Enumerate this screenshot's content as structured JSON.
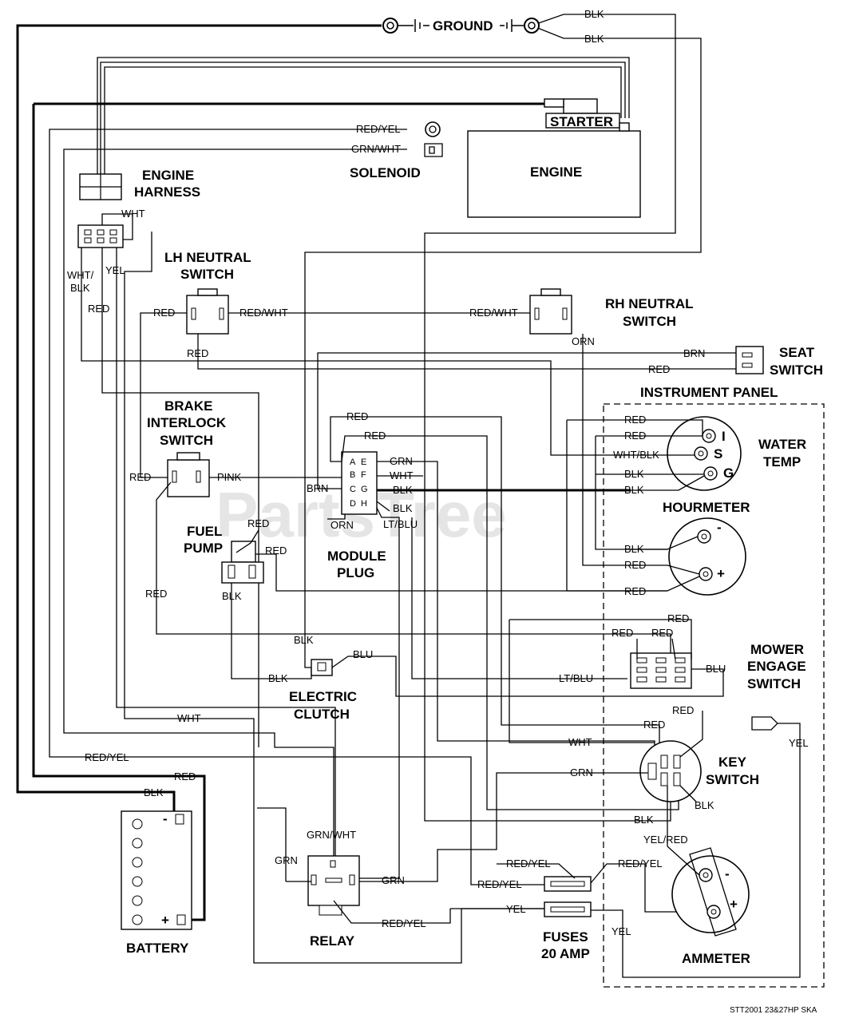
{
  "components": {
    "ground": "GROUND",
    "starter": "STARTER",
    "engine": "ENGINE",
    "engine_harness_line1": "ENGINE",
    "engine_harness_line2": "HARNESS",
    "solenoid": "SOLENOID",
    "lh_neutral_line1": "LH NEUTRAL",
    "lh_neutral_line2": "SWITCH",
    "rh_neutral_line1": "RH NEUTRAL",
    "rh_neutral_line2": "SWITCH",
    "seat_switch_line1": "SEAT",
    "seat_switch_line2": "SWITCH",
    "instrument_panel": "INSTRUMENT PANEL",
    "brake_line1": "BRAKE",
    "brake_line2": "INTERLOCK",
    "brake_line3": "SWITCH",
    "water_temp_line1": "WATER",
    "water_temp_line2": "TEMP",
    "hourmeter": "HOURMETER",
    "fuel_pump_line1": "FUEL",
    "fuel_pump_line2": "PUMP",
    "module_plug_line1": "MODULE",
    "module_plug_line2": "PLUG",
    "mower_engage_line1": "MOWER",
    "mower_engage_line2": "ENGAGE",
    "mower_engage_line3": "SWITCH",
    "electric_clutch_line1": "ELECTRIC",
    "electric_clutch_line2": "CLUTCH",
    "key_switch_line1": "KEY",
    "key_switch_line2": "SWITCH",
    "battery": "BATTERY",
    "relay": "RELAY",
    "fuses_line1": "FUSES",
    "fuses_line2": "20 AMP",
    "ammeter": "AMMETER"
  },
  "wire_labels": {
    "blk": "BLK",
    "red": "RED",
    "red_yel": "RED/YEL",
    "grn_wht": "GRN/WHT",
    "wht": "WHT",
    "wht_blk_line1": "WHT/",
    "wht_blk_line2": "BLK",
    "wht_blk": "WHT/BLK",
    "yel": "YEL",
    "red_wht": "RED/WHT",
    "orn": "ORN",
    "brn": "BRN",
    "pink": "PINK",
    "grn": "GRN",
    "lt_blu": "LT/BLU",
    "blu": "BLU",
    "yel_red": "YEL/RED"
  },
  "pins": {
    "module": [
      "A",
      "B",
      "C",
      "D",
      "E",
      "F",
      "G",
      "H"
    ],
    "water_temp": [
      "I",
      "S",
      "G"
    ],
    "hourmeter": [
      "-",
      "+"
    ],
    "battery": [
      "-",
      "+"
    ],
    "ammeter": [
      "-",
      "+"
    ]
  },
  "watermark": "PartsTree",
  "footer_code": "STT2001 23&27HP SKA"
}
